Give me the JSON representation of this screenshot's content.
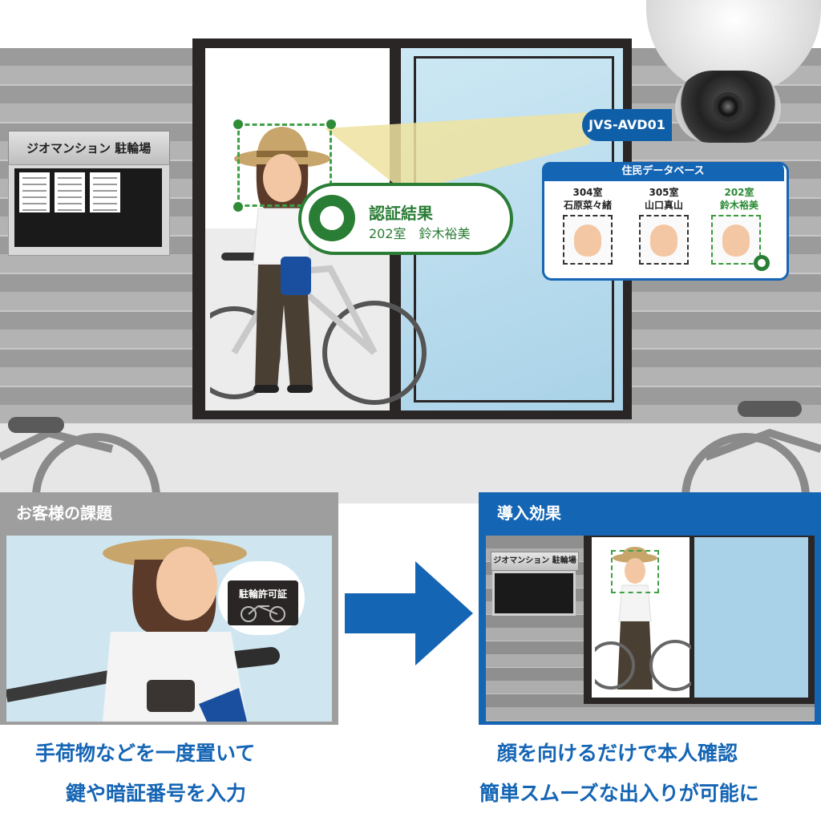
{
  "scene": {
    "bicycle_parking_sign": "ジオマンション 駐輪場",
    "camera_model": "JVS-AVD01"
  },
  "resident_database": {
    "title": "住民データベース",
    "residents": [
      {
        "room": "304室",
        "name": "石原菜々緒",
        "matched": false
      },
      {
        "room": "305室",
        "name": "山口真山",
        "matched": false
      },
      {
        "room": "202室",
        "name": "鈴木裕美",
        "matched": true
      }
    ]
  },
  "auth_result": {
    "title": "認証結果",
    "detail": "202室　鈴木裕美"
  },
  "challenge_panel": {
    "title": "お客様の課題",
    "thought_label": "駐輪許可証",
    "caption_lines": [
      "手荷物などを一度置いて",
      "鍵や暗証番号を入力"
    ]
  },
  "effect_panel": {
    "title": "導入効果",
    "mini_sign": "ジオマンション 駐輪場",
    "caption_lines": [
      "顔を向けるだけで本人確認",
      "簡単スムーズな出入りが可能に"
    ]
  },
  "colors": {
    "brand_blue": "#1565b5",
    "match_green": "#2a7d35",
    "challenge_gray": "#9e9e9e"
  }
}
